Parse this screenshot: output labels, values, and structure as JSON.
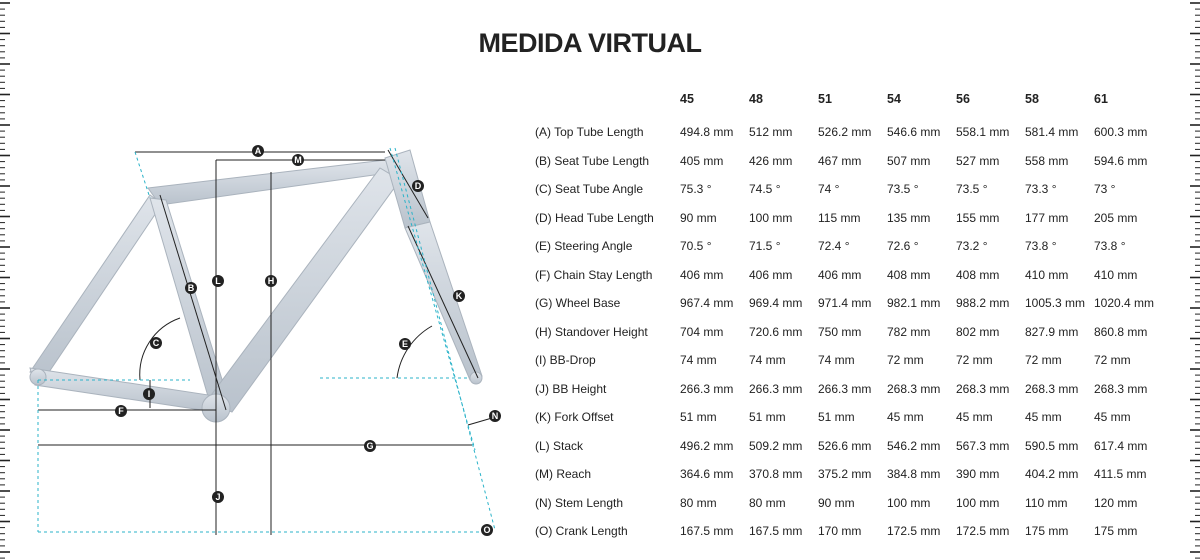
{
  "title": "MEDIDA VIRTUAL",
  "diagram": {
    "labels": [
      "A",
      "B",
      "C",
      "D",
      "E",
      "F",
      "G",
      "H",
      "I",
      "J",
      "K",
      "L",
      "M",
      "N",
      "O"
    ],
    "accent": "#2bb3c9"
  },
  "table": {
    "sizes": [
      "45",
      "48",
      "51",
      "54",
      "56",
      "58",
      "61"
    ],
    "rows": [
      {
        "label": "(A) Top Tube Length",
        "values": [
          "494.8 mm",
          "512 mm",
          "526.2 mm",
          "546.6 mm",
          "558.1 mm",
          "581.4 mm",
          "600.3 mm"
        ]
      },
      {
        "label": "(B) Seat Tube Length",
        "values": [
          "405 mm",
          "426 mm",
          "467 mm",
          "507 mm",
          "527 mm",
          "558 mm",
          "594.6 mm"
        ]
      },
      {
        "label": "(C) Seat Tube Angle",
        "values": [
          "75.3 °",
          "74.5 °",
          "74 °",
          "73.5 °",
          "73.5 °",
          "73.3 °",
          "73 °"
        ]
      },
      {
        "label": "(D) Head Tube Length",
        "values": [
          "90 mm",
          "100 mm",
          "115 mm",
          "135 mm",
          "155 mm",
          "177 mm",
          "205 mm"
        ]
      },
      {
        "label": "(E) Steering Angle",
        "values": [
          "70.5 °",
          "71.5 °",
          "72.4 °",
          "72.6 °",
          "73.2 °",
          "73.8 °",
          "73.8 °"
        ]
      },
      {
        "label": "(F) Chain Stay Length",
        "values": [
          "406 mm",
          "406 mm",
          "406 mm",
          "408 mm",
          "408 mm",
          "410 mm",
          "410 mm"
        ]
      },
      {
        "label": "(G) Wheel Base",
        "values": [
          "967.4 mm",
          "969.4 mm",
          "971.4 mm",
          "982.1 mm",
          "988.2 mm",
          "1005.3 mm",
          "1020.4 mm"
        ]
      },
      {
        "label": "(H) Standover Height",
        "values": [
          "704 mm",
          "720.6 mm",
          "750 mm",
          "782 mm",
          "802 mm",
          "827.9 mm",
          "860.8 mm"
        ]
      },
      {
        "label": "(I) BB-Drop",
        "values": [
          "74 mm",
          "74 mm",
          "74 mm",
          "72 mm",
          "72 mm",
          "72 mm",
          "72 mm"
        ]
      },
      {
        "label": "(J) BB Height",
        "values": [
          "266.3 mm",
          "266.3 mm",
          "266.3 mm",
          "268.3 mm",
          "268.3 mm",
          "268.3 mm",
          "268.3 mm"
        ]
      },
      {
        "label": "(K) Fork Offset",
        "values": [
          "51 mm",
          "51 mm",
          "51 mm",
          "45 mm",
          "45 mm",
          "45 mm",
          "45 mm"
        ]
      },
      {
        "label": "(L) Stack",
        "values": [
          "496.2 mm",
          "509.2 mm",
          "526.6 mm",
          "546.2 mm",
          "567.3 mm",
          "590.5 mm",
          "617.4 mm"
        ]
      },
      {
        "label": "(M) Reach",
        "values": [
          "364.6 mm",
          "370.8 mm",
          "375.2 mm",
          "384.8 mm",
          "390 mm",
          "404.2 mm",
          "411.5 mm"
        ]
      },
      {
        "label": "(N) Stem Length",
        "values": [
          "80 mm",
          "80 mm",
          "90 mm",
          "100 mm",
          "100 mm",
          "110 mm",
          "120 mm"
        ]
      },
      {
        "label": "(O) Crank Length",
        "values": [
          "167.5 mm",
          "167.5 mm",
          "170 mm",
          "172.5 mm",
          "172.5 mm",
          "175 mm",
          "175 mm"
        ]
      }
    ]
  }
}
